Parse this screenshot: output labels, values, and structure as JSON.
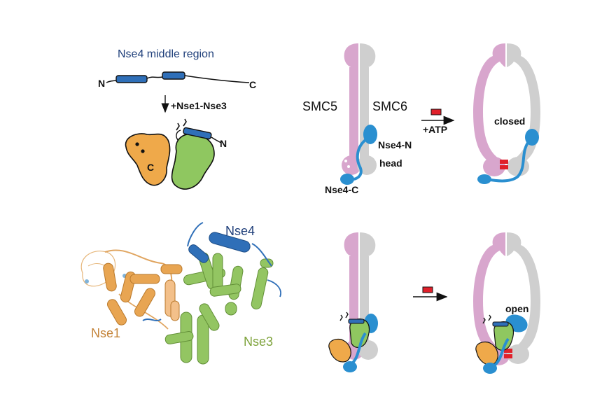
{
  "panel_a": {
    "title": "Nse4 middle region",
    "n_label": "N",
    "c_label": "C",
    "step_label": "+Nse1-Nse3",
    "complex_c": "C",
    "complex_n": "N"
  },
  "panel_b": {
    "smc5": "SMC5",
    "smc6": "SMC6",
    "nse4n": "Nse4-N",
    "head": "head",
    "nse4c": "Nse4-C",
    "atp": "+ATP",
    "closed": "closed"
  },
  "panel_c": {
    "nse4": "Nse4",
    "nse1": "Nse1",
    "nse3": "Nse3"
  },
  "panel_d": {
    "open": "open"
  },
  "colors": {
    "smc5": "#d8a6cd",
    "smc6": "#cfcfcf",
    "nse4": "#2a8fd0",
    "nse4_helix": "#2f6fb8",
    "nse1": "#efa94a",
    "nse3": "#8fc760",
    "atp": "#e0202a"
  }
}
